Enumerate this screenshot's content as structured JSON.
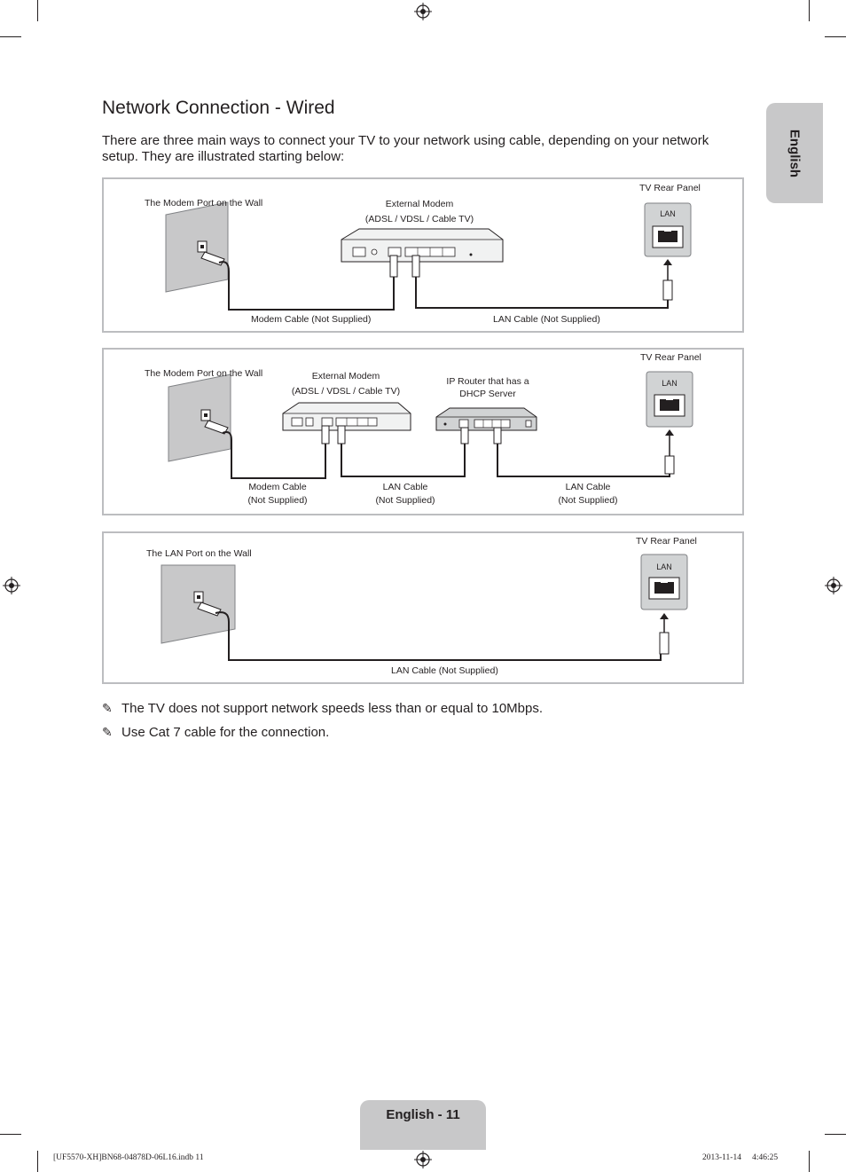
{
  "header": {
    "title": "Network Connection - Wired",
    "intro": "There are three main ways to connect your TV to your network using cable, depending on your network setup. They are illustrated starting below:"
  },
  "side_tab": {
    "label": "English"
  },
  "diagram1": {
    "wall_label": "The Modem Port on the Wall",
    "modem_line1": "External Modem",
    "modem_line2": "(ADSL / VDSL / Cable TV)",
    "tv_label": "TV Rear Panel",
    "lan_port": "LAN",
    "modem_cable": "Modem Cable (Not Supplied)",
    "lan_cable": "LAN Cable (Not Supplied)"
  },
  "diagram2": {
    "wall_label": "The Modem Port on the Wall",
    "modem_line1": "External Modem",
    "modem_line2": "(ADSL / VDSL / Cable TV)",
    "router_line1": "IP Router that has a",
    "router_line2": "DHCP Server",
    "tv_label": "TV Rear Panel",
    "lan_port": "LAN",
    "modem_cable_1": "Modem Cable",
    "modem_cable_2": "(Not Supplied)",
    "lan_cable_a_1": "LAN Cable",
    "lan_cable_a_2": "(Not Supplied)",
    "lan_cable_b_1": "LAN Cable",
    "lan_cable_b_2": "(Not Supplied)"
  },
  "diagram3": {
    "wall_label": "The LAN Port on the Wall",
    "tv_label": "TV Rear Panel",
    "lan_port": "LAN",
    "lan_cable": "LAN Cable (Not Supplied)"
  },
  "notes": [
    "The TV does not support network speeds less than or equal to 10Mbps.",
    "Use Cat 7 cable for the connection."
  ],
  "note_icon": "pencil-note-icon",
  "page_tab": {
    "label": "English - 11"
  },
  "footer": {
    "file": "[UF5570-XH]BN68-04878D-06L16.indb   11",
    "date": "2013-11-14   \u0000 4:46:25"
  }
}
